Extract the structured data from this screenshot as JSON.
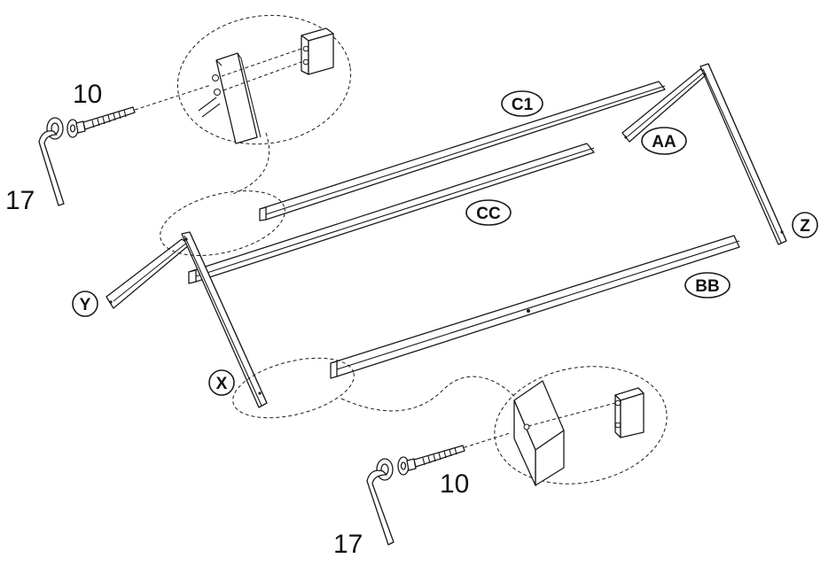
{
  "labels": {
    "screw_top": "10",
    "screw_bottom": "10",
    "wrench_top": "17",
    "wrench_bottom": "17",
    "part_c1": "C1",
    "part_cc": "CC",
    "part_aa": "AA",
    "part_bb": "BB",
    "part_x": "X",
    "part_y": "Y",
    "part_z": "Z"
  }
}
